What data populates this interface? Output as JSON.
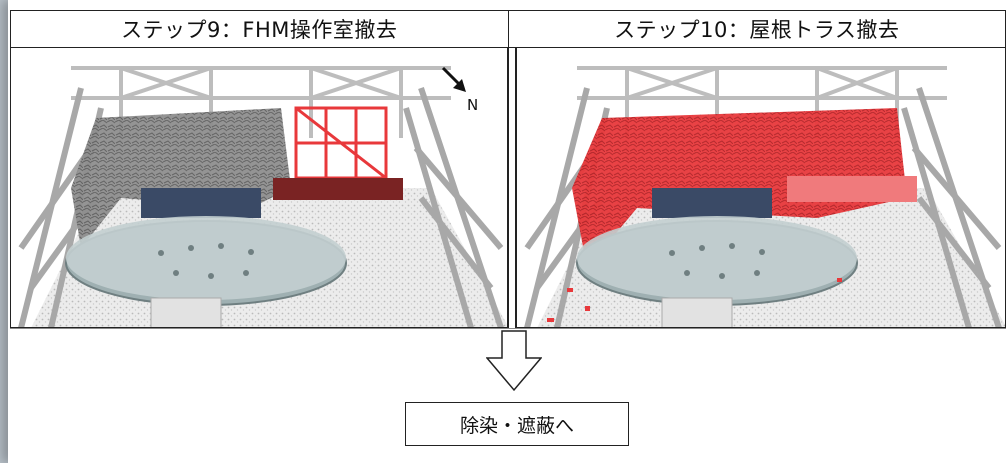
{
  "header": {
    "step9": "ステップ9：FHM操作室撤去",
    "step10": "ステップ10：屋根トラス撤去"
  },
  "panels": {
    "left": {
      "scene": "step9-render",
      "north_label": "N"
    },
    "right": {
      "scene": "step10-render"
    }
  },
  "colors": {
    "removal_highlight": "#e8383b",
    "removal_dark": "#7a2323",
    "structure_gray": "#9a9a9a",
    "floor": "#d8d8d8"
  },
  "flow": {
    "arrow_icon": "down-arrow-outline-icon",
    "next_label": "除染・遮蔽へ"
  }
}
